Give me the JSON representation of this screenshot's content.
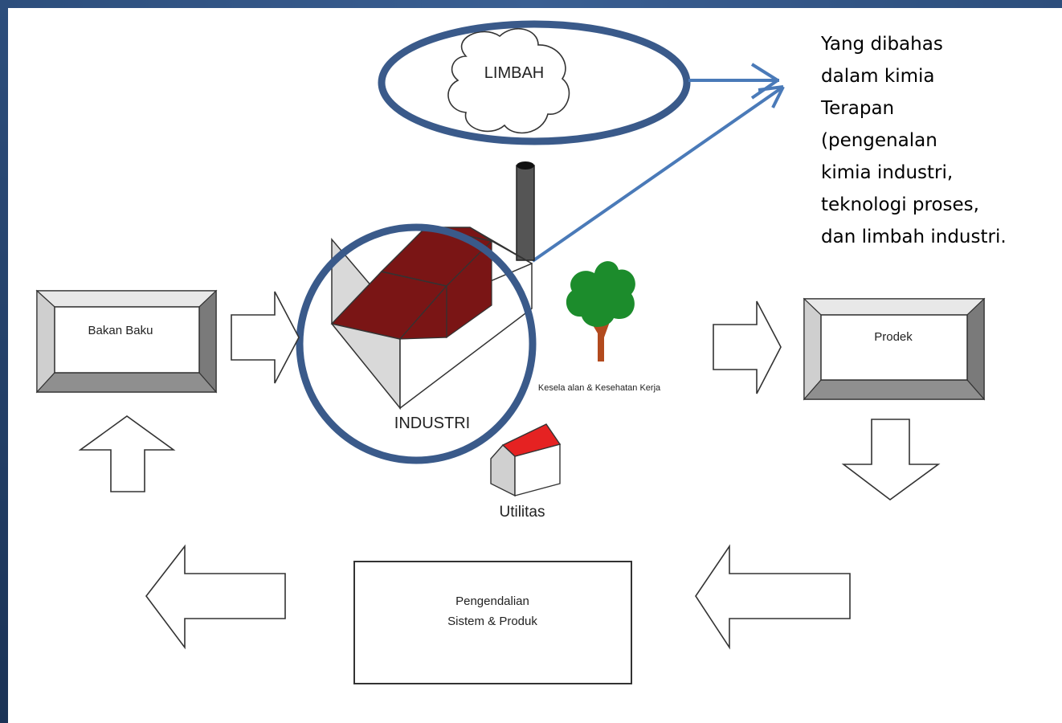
{
  "diagram": {
    "limbah": "LIMBAH",
    "industri": "INDUSTRI",
    "bahan_baku": "Bakan Baku",
    "produk": "Prodek",
    "k3": "Kesela   alan & Kesehatan Kerja",
    "utilitas": "Utilitas",
    "pengendalian_line1": "Pengendalian",
    "pengendalian_line2": "Sistem & Produk"
  },
  "note": {
    "lines": [
      "Yang dibahas",
      "dalam kimia",
      "Terapan",
      "(pengenalan",
      "kimia industri,",
      "teknologi proses,",
      "dan limbah industri."
    ]
  },
  "colors": {
    "frame": "#2d4e7c",
    "ellipse": "#3a5a8a",
    "pointer_arrow": "#4a7ab8",
    "roof": "#7a1515",
    "utility_roof": "#e52222",
    "tree_green": "#1c8c2c",
    "tree_trunk": "#b24a1e"
  }
}
